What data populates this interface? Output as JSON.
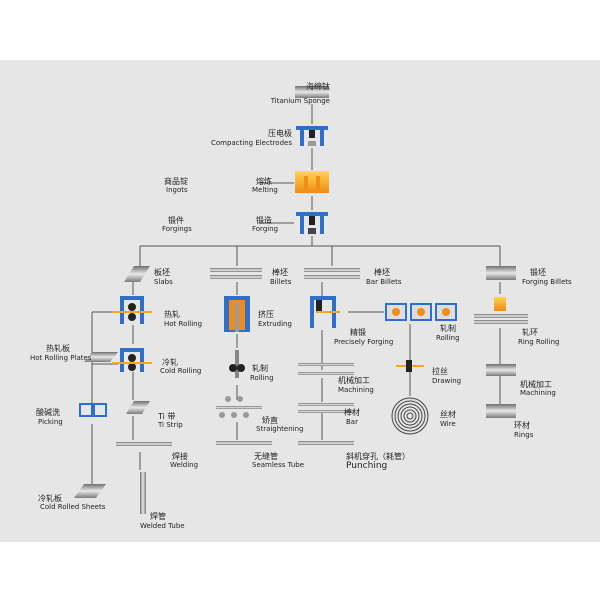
{
  "nodes": {
    "titanium_sponge": {
      "zh": "海绵钛",
      "en": "Titanium Sponge"
    },
    "compacting_electrodes": {
      "zh": "压电极",
      "en": "Compacting Electrodes"
    },
    "ingots": {
      "zh": "商品锭",
      "en": "Ingots"
    },
    "melting": {
      "zh": "熔炼",
      "en": "Melting"
    },
    "forgings": {
      "zh": "锻件",
      "en": "Forgings"
    },
    "forging": {
      "zh": "锻造",
      "en": "Forging"
    },
    "slabs": {
      "zh": "板坯",
      "en": "Slabs"
    },
    "billets": {
      "zh": "棒坯",
      "en": "Billets"
    },
    "bar_billets": {
      "zh": "棒坯",
      "en": "Bar Billets"
    },
    "forging_billets": {
      "zh": "锻坯",
      "en": "Forging Billets"
    },
    "hot_rolling": {
      "zh": "热轧",
      "en": "Hot Rolling"
    },
    "extruding": {
      "zh": "挤压",
      "en": "Extruding"
    },
    "precisely_forging": {
      "zh": "精锻",
      "en": "Precisely Forging"
    },
    "rolling_bar": {
      "zh": "轧制",
      "en": "Rolling"
    },
    "ring_rolling": {
      "zh": "轧环",
      "en": "Ring Rolling"
    },
    "hot_rolling_plates": {
      "zh": "热轧板",
      "en": "Hot Rolling Plates"
    },
    "cold_rolling": {
      "zh": "冷轧",
      "en": "Cold Rolling"
    },
    "rolling_tube": {
      "zh": "轧制",
      "en": "Rolling"
    },
    "machining_bar": {
      "zh": "机械加工",
      "en": "Machining"
    },
    "drawing": {
      "zh": "拉丝",
      "en": "Drawing"
    },
    "machining_ring": {
      "zh": "机械加工",
      "en": "Machining"
    },
    "picking": {
      "zh": "酸碱洗",
      "en": "Picking"
    },
    "ti_strip": {
      "zh": "Ti 带",
      "en": "Ti Strip"
    },
    "straightening": {
      "zh": "矫直",
      "en": "Straightening"
    },
    "bar": {
      "zh": "棒材",
      "en": "Bar"
    },
    "wire": {
      "zh": "丝材",
      "en": "Wire"
    },
    "rings": {
      "zh": "环材",
      "en": "Rings"
    },
    "welding": {
      "zh": "焊接",
      "en": "Welding"
    },
    "seamless_tube": {
      "zh": "无缝管",
      "en": "Seamless Tube"
    },
    "punching": {
      "zh": "斜机穿孔（耗管）",
      "en": "Punching"
    },
    "cold_rolled_sheets": {
      "zh": "冷轧板",
      "en": "Cold Rolled Sheets"
    },
    "welded_tube": {
      "zh": "焊管",
      "en": "Welded Tube"
    }
  },
  "colors": {
    "panel": "#e6e6e6",
    "line": "#555555",
    "machine_blue": "#2e6fc9",
    "hot_orange": "#f5a623",
    "metal": "#9a9a9a"
  }
}
